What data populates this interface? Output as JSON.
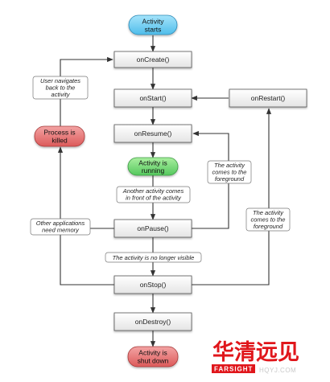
{
  "nodes": {
    "activity_starts": [
      "Activity",
      "starts"
    ],
    "on_create": "onCreate()",
    "on_start": "onStart()",
    "on_restart": "onRestart()",
    "on_resume": "onResume()",
    "activity_running": [
      "Activity is",
      "running"
    ],
    "process_killed": [
      "Process is",
      "killed"
    ],
    "on_pause": "onPause()",
    "on_stop": "onStop()",
    "on_destroy": "onDestroy()",
    "activity_shut_down": [
      "Activity is",
      "shut down"
    ]
  },
  "notes": {
    "user_navigates_back": [
      "User navigates",
      "back to the",
      "activity"
    ],
    "comes_to_foreground_1": [
      "The activity",
      "comes to the",
      "foreground"
    ],
    "another_activity_front": [
      "Another activity comes",
      "in front of the activity"
    ],
    "other_apps_need_memory": [
      "Other applications",
      "need memory"
    ],
    "comes_to_foreground_2": [
      "The activity",
      "comes to the",
      "foreground"
    ],
    "no_longer_visible": "The activity is no longer visible"
  },
  "watermark": {
    "logo_text": "华清远见",
    "logo_sub": "FARSIGHT",
    "url": "HQYJ.COM"
  },
  "colors": {
    "start_node": "#5cc8f2",
    "running_node": "#63d36a",
    "killed_node": "#e06565",
    "shut_down_node": "#e06565",
    "box_fill": "#f7f7f7",
    "line": "#333333",
    "watermark": "#e0161b"
  }
}
